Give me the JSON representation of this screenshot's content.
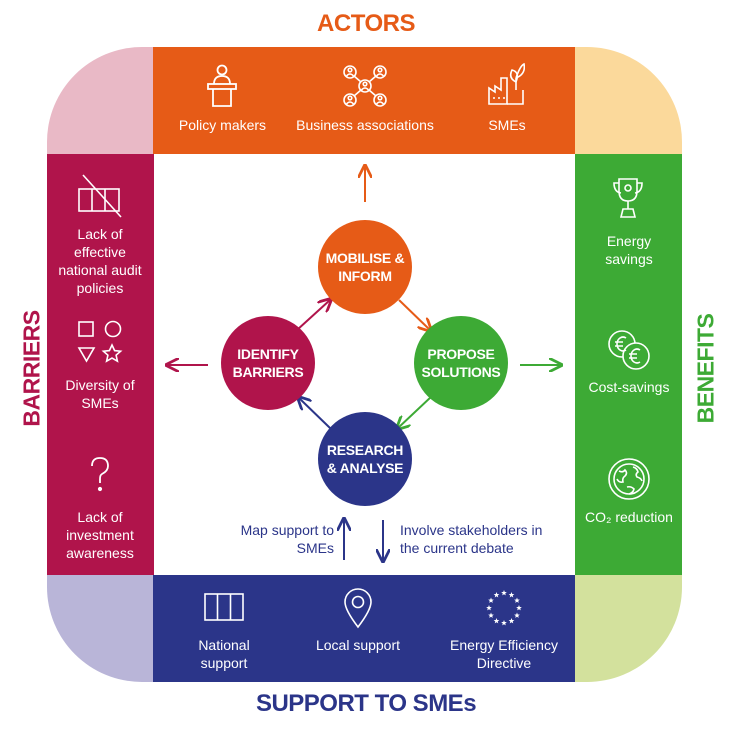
{
  "titles": {
    "top": "ACTORS",
    "left": "BARRIERS",
    "right": "BENEFITS",
    "bottom": "SUPPORT TO SMEs"
  },
  "actors": [
    {
      "label": "Policy makers",
      "icon": "podium-icon"
    },
    {
      "label": "Business associations",
      "icon": "network-people-icon"
    },
    {
      "label": "SMEs",
      "icon": "factory-plant-icon"
    }
  ],
  "barriers": [
    {
      "label": "Lack of effective national audit policies",
      "icon": "crossed-document-icon"
    },
    {
      "label": "Diversity of SMEs",
      "icon": "shapes-icon"
    },
    {
      "label": "Lack of investment awareness",
      "icon": "question-mark-icon"
    }
  ],
  "benefits": [
    {
      "label": "Energy savings",
      "icon": "trophy-icon"
    },
    {
      "label": "Cost-savings",
      "icon": "euro-coins-icon"
    },
    {
      "label": "CO₂ reduction",
      "icon": "globe-icon"
    }
  ],
  "support": [
    {
      "label": "National support",
      "icon": "columns-icon"
    },
    {
      "label": "Local support",
      "icon": "map-pin-icon"
    },
    {
      "label": "Energy Efficiency Directive",
      "icon": "eu-stars-icon"
    }
  ],
  "cycle": {
    "mobilise": "MOBILISE & INFORM",
    "propose": "PROPOSE SOLUTIONS",
    "research": "RESEARCH & ANALYSE",
    "identify": "IDENTIFY BARRIERS"
  },
  "notes": {
    "map_support": "Map support to SMEs",
    "involve": "Involve stakeholders in the current debate"
  },
  "colors": {
    "actors": "#e65b17",
    "barriers": "#b0144b",
    "benefits": "#3daa35",
    "support": "#2b3589",
    "corner_tl": "#e9b9c6",
    "corner_tr": "#fbd99b",
    "corner_bl": "#b9b5d8",
    "corner_br": "#d3e19d"
  }
}
